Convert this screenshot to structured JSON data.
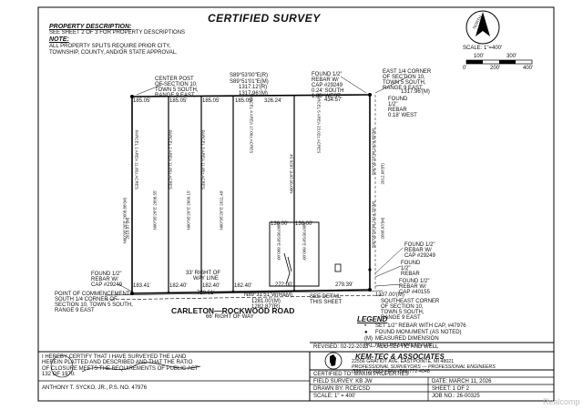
{
  "title": "CERTIFIED SURVEY",
  "property_description": {
    "heading": "PROPERTY DESCRIPTION:",
    "text": "SEE SHEET 2 OF 3 FOR PROPERTY DESCRIPTIONS"
  },
  "note": {
    "heading": "NOTE:",
    "line1": "ALL PROPERTY SPLITS REQUIRE PRIOR CITY,",
    "line2": "TOWNSHIP, COUNTY, AND/OR STATE APPROVAL."
  },
  "north": {
    "label": "NORTH"
  },
  "scale_bar": {
    "label": "SCALE: 1\"=400'",
    "ticks": [
      "100'",
      "300'",
      "0'",
      "200'",
      "400'"
    ]
  },
  "labels": {
    "center_post": [
      "CENTER POST",
      "OF SECTION 10,",
      "TOWN 5 SOUTH,",
      "RANGE 9 EAST,"
    ],
    "bearing_e_r": "S89°53'00\"E(R)",
    "bearing_e_m": "S89°51'01\"E(M)",
    "dist_r": "1317.12'(R)",
    "dist_m": "1317.96'(M)",
    "found_top": [
      "FOUND 1/2\"",
      "REBAR W/",
      "CAP #29249",
      "0.24' SOUTH",
      "1.88' WEST"
    ],
    "east_quarter": [
      "EAST 1/4 CORNER",
      "OF SECTION 10,",
      "TOWN 5 SOUTH,",
      "RANGE 9 EAST,"
    ],
    "found_right": [
      "FOUND",
      "1/2\"",
      "REBAR",
      "0.18' WEST"
    ],
    "dist_right": "1317.96'(M)",
    "top_dims": [
      "185.05'",
      "185.05'",
      "185.05'",
      "185.05'",
      "326.24'",
      "434.57'"
    ],
    "parcels": [
      "PARCEL 1 AREA 11.05± ACRES",
      "PARCEL 2 AREA 11.05± ACRES",
      "PARCEL 3 AREA 11.05± ACRES",
      "PARCEL 4 AREA 17.06± ACRES",
      "PARCEL 5 AREA 23.02± ACRES"
    ],
    "vertical_bearings": [
      "N00°05'20\"E 2608.88'(M)",
      "N00°05'20\"E 2608.55'",
      "N00°05'20\"E 2609.15'",
      "N00°05'20\"E 2611.49'",
      "N00°05'20\"E 1826.54'",
      "S00°05'33\"W 2424.89'(M)",
      "S00°05'50\"W 2414.33'(M)",
      "2610.97'(M)",
      "2608.93'(M)",
      "2612.68'(R)"
    ],
    "detail_dims": [
      "136.00'",
      "136.00'"
    ],
    "detail_bearings": [
      "N00°05'50\"E 800.00'",
      "N00°05'50\"E 800.00'"
    ],
    "found_bl": [
      "FOUND 1/2\"",
      "REBAR W/",
      "CAP #29249"
    ],
    "row_33": "33' RIGHT OF",
    "way_line": "WAY LINE",
    "bottom_dims": [
      "183.41'",
      "182.40'",
      "182.40'",
      "182.40'",
      "272.00'",
      "279.39'"
    ],
    "dist_729": "729.61'",
    "bottom_bearing": "N89°31'51\"W(R&M)",
    "bottom_m": "1281.00'(M)",
    "bottom_r": "1282.87'(R)",
    "see_detail": [
      "SEE DETAIL",
      "THIS SHEET"
    ],
    "commencement": [
      "POINT OF COMMENCEMENT:",
      "SOUTH 1/4 CORNER OF",
      "SECTION 10, TOWN 5 SOUTH,",
      "RANGE 9 EAST"
    ],
    "found_r1": [
      "FOUND 1/2\"",
      "REBAR W/",
      "CAP #29249"
    ],
    "found_r2": [
      "FOUND",
      "1/2\"",
      "REBAR"
    ],
    "found_r3": [
      "FOUND 1/2\"",
      "REBAR W/",
      "CAP #40155"
    ],
    "dist_1337": "1337.00'(M)",
    "se_corner": [
      "SOUTHEAST CORNER",
      "OF SECTION 10,",
      "TOWN 5 SOUTH,",
      "RANGE 9 EAST"
    ],
    "road": "CARLETON—ROCKWOOD ROAD",
    "road_row": "66' RIGHT OF WAY"
  },
  "legend": {
    "heading": "LEGEND",
    "items": [
      {
        "sym": "•",
        "text": "SET 1/2\" REBAR WITH CAP, #47976"
      },
      {
        "sym": "●",
        "text": "FOUND MONUMENT (AS NOTED)"
      },
      {
        "sym": "(M)",
        "text": "MEASURED DIMENSION"
      },
      {
        "sym": "(R)",
        "text": "RECORD DIMENSION"
      }
    ]
  },
  "revised": "REVISED:  02-22-2013 — ADD SEPTIC AND WELL",
  "certification": {
    "text1": "I HEREBY CERTIFY THAT I HAVE SURVEYED THE LAND",
    "text2": "HEREIN PLATTED AND DESCRIBED AND THAT THE RATIO",
    "text3": "OF CLOSURE MEETS THE REQUIREMENTS OF PUBLIC ACT",
    "text4": "132 OF 1970.",
    "signer": "ANTHONY T. SYCKO, JR., P.S. NO. 47976"
  },
  "company": {
    "name": "KEM-TEC & ASSOCIATES",
    "address": "22556 GRATIOT AVE. EASTPOINTE, MI 48021",
    "tagline": "PROFESSIONAL SURVEYORS — PROFESSIONAL ENGINEERS",
    "phone": "(586)772-2222 • FAX (586)772-4048"
  },
  "title_block": {
    "certified_to": "CERTIFIED TO: MAXIM PROPERTIES",
    "field_survey": "FIELD SURVEY: KB JW",
    "drawn_by": "DRAWN BY: RCE/CSD",
    "scale": "SCALE: 1\" = 400'",
    "date": "DATE: MARCH 11, 2026",
    "sheet": "SHEET: 1 OF 2",
    "job_no": "JOB NO.: 26-00325"
  },
  "watermark": "Realcomp"
}
